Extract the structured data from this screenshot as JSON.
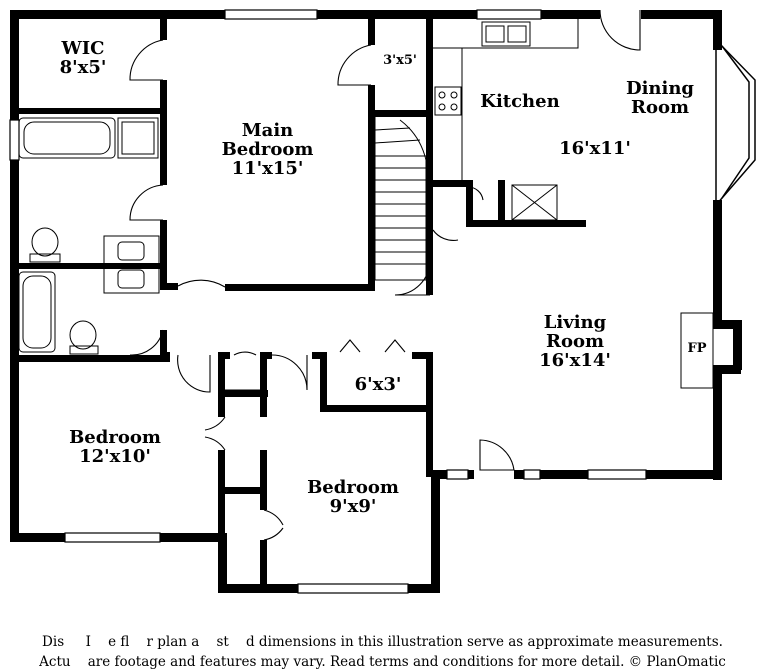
{
  "rooms": {
    "wic": {
      "name": "WIC",
      "size": "8'x5'"
    },
    "closet_top": {
      "size": "3'x5'"
    },
    "main_bedroom": {
      "line1": "Main",
      "line2": "Bedroom",
      "size": "11'x15'"
    },
    "kitchen": {
      "name": "Kitchen"
    },
    "dining": {
      "line1": "Dining",
      "line2": "Room"
    },
    "kitchen_dining_size": "16'x11'",
    "living": {
      "line1": "Living",
      "line2": "Room",
      "size": "16'x14'"
    },
    "fireplace": "FP",
    "closet_hall": {
      "size": "6'x3'"
    },
    "bedroom_left": {
      "name": "Bedroom",
      "size": "12'x10'"
    },
    "bedroom_mid": {
      "name": "Bedroom",
      "size": "9'x9'"
    }
  },
  "disclaimer": {
    "line1": "Dis     I    e fl    r plan a    st    d dimensions in this illustration serve as approximate measurements.",
    "line2": "Actu    are footage and features may vary. Read terms and conditions for more detail. © PlanOmatic"
  },
  "colors": {
    "wall": "#000000",
    "background": "#ffffff",
    "fixture": "#555555"
  }
}
